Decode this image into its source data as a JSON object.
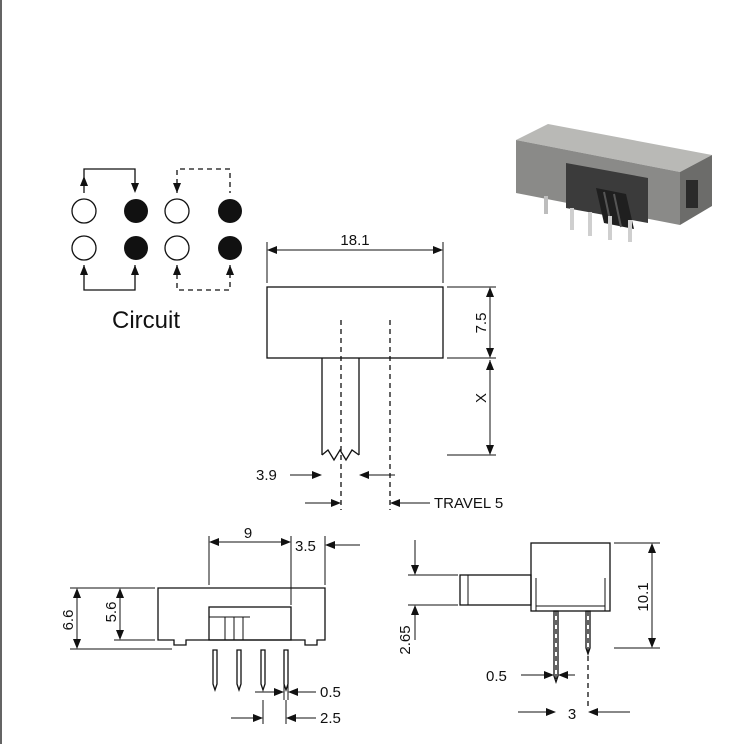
{
  "circuit": {
    "title": "Circuit"
  },
  "top_view": {
    "width": "18.1",
    "height": "7.5",
    "stem": "X",
    "stem_width": "3.9",
    "travel": "TRAVEL 5"
  },
  "side_view": {
    "length": "9",
    "offset": "3.5",
    "total_height": "6.6",
    "body_height": "5.6",
    "pin_width": "0.5",
    "pin_pitch": "2.5"
  },
  "end_view": {
    "height": "10.1",
    "pin_length": "2.65",
    "pin_width": "0.5",
    "pin_spacing": "3"
  },
  "colors": {
    "ink": "#111111",
    "photo_body": "#8a8a88",
    "photo_dark": "#2e2e2e"
  }
}
